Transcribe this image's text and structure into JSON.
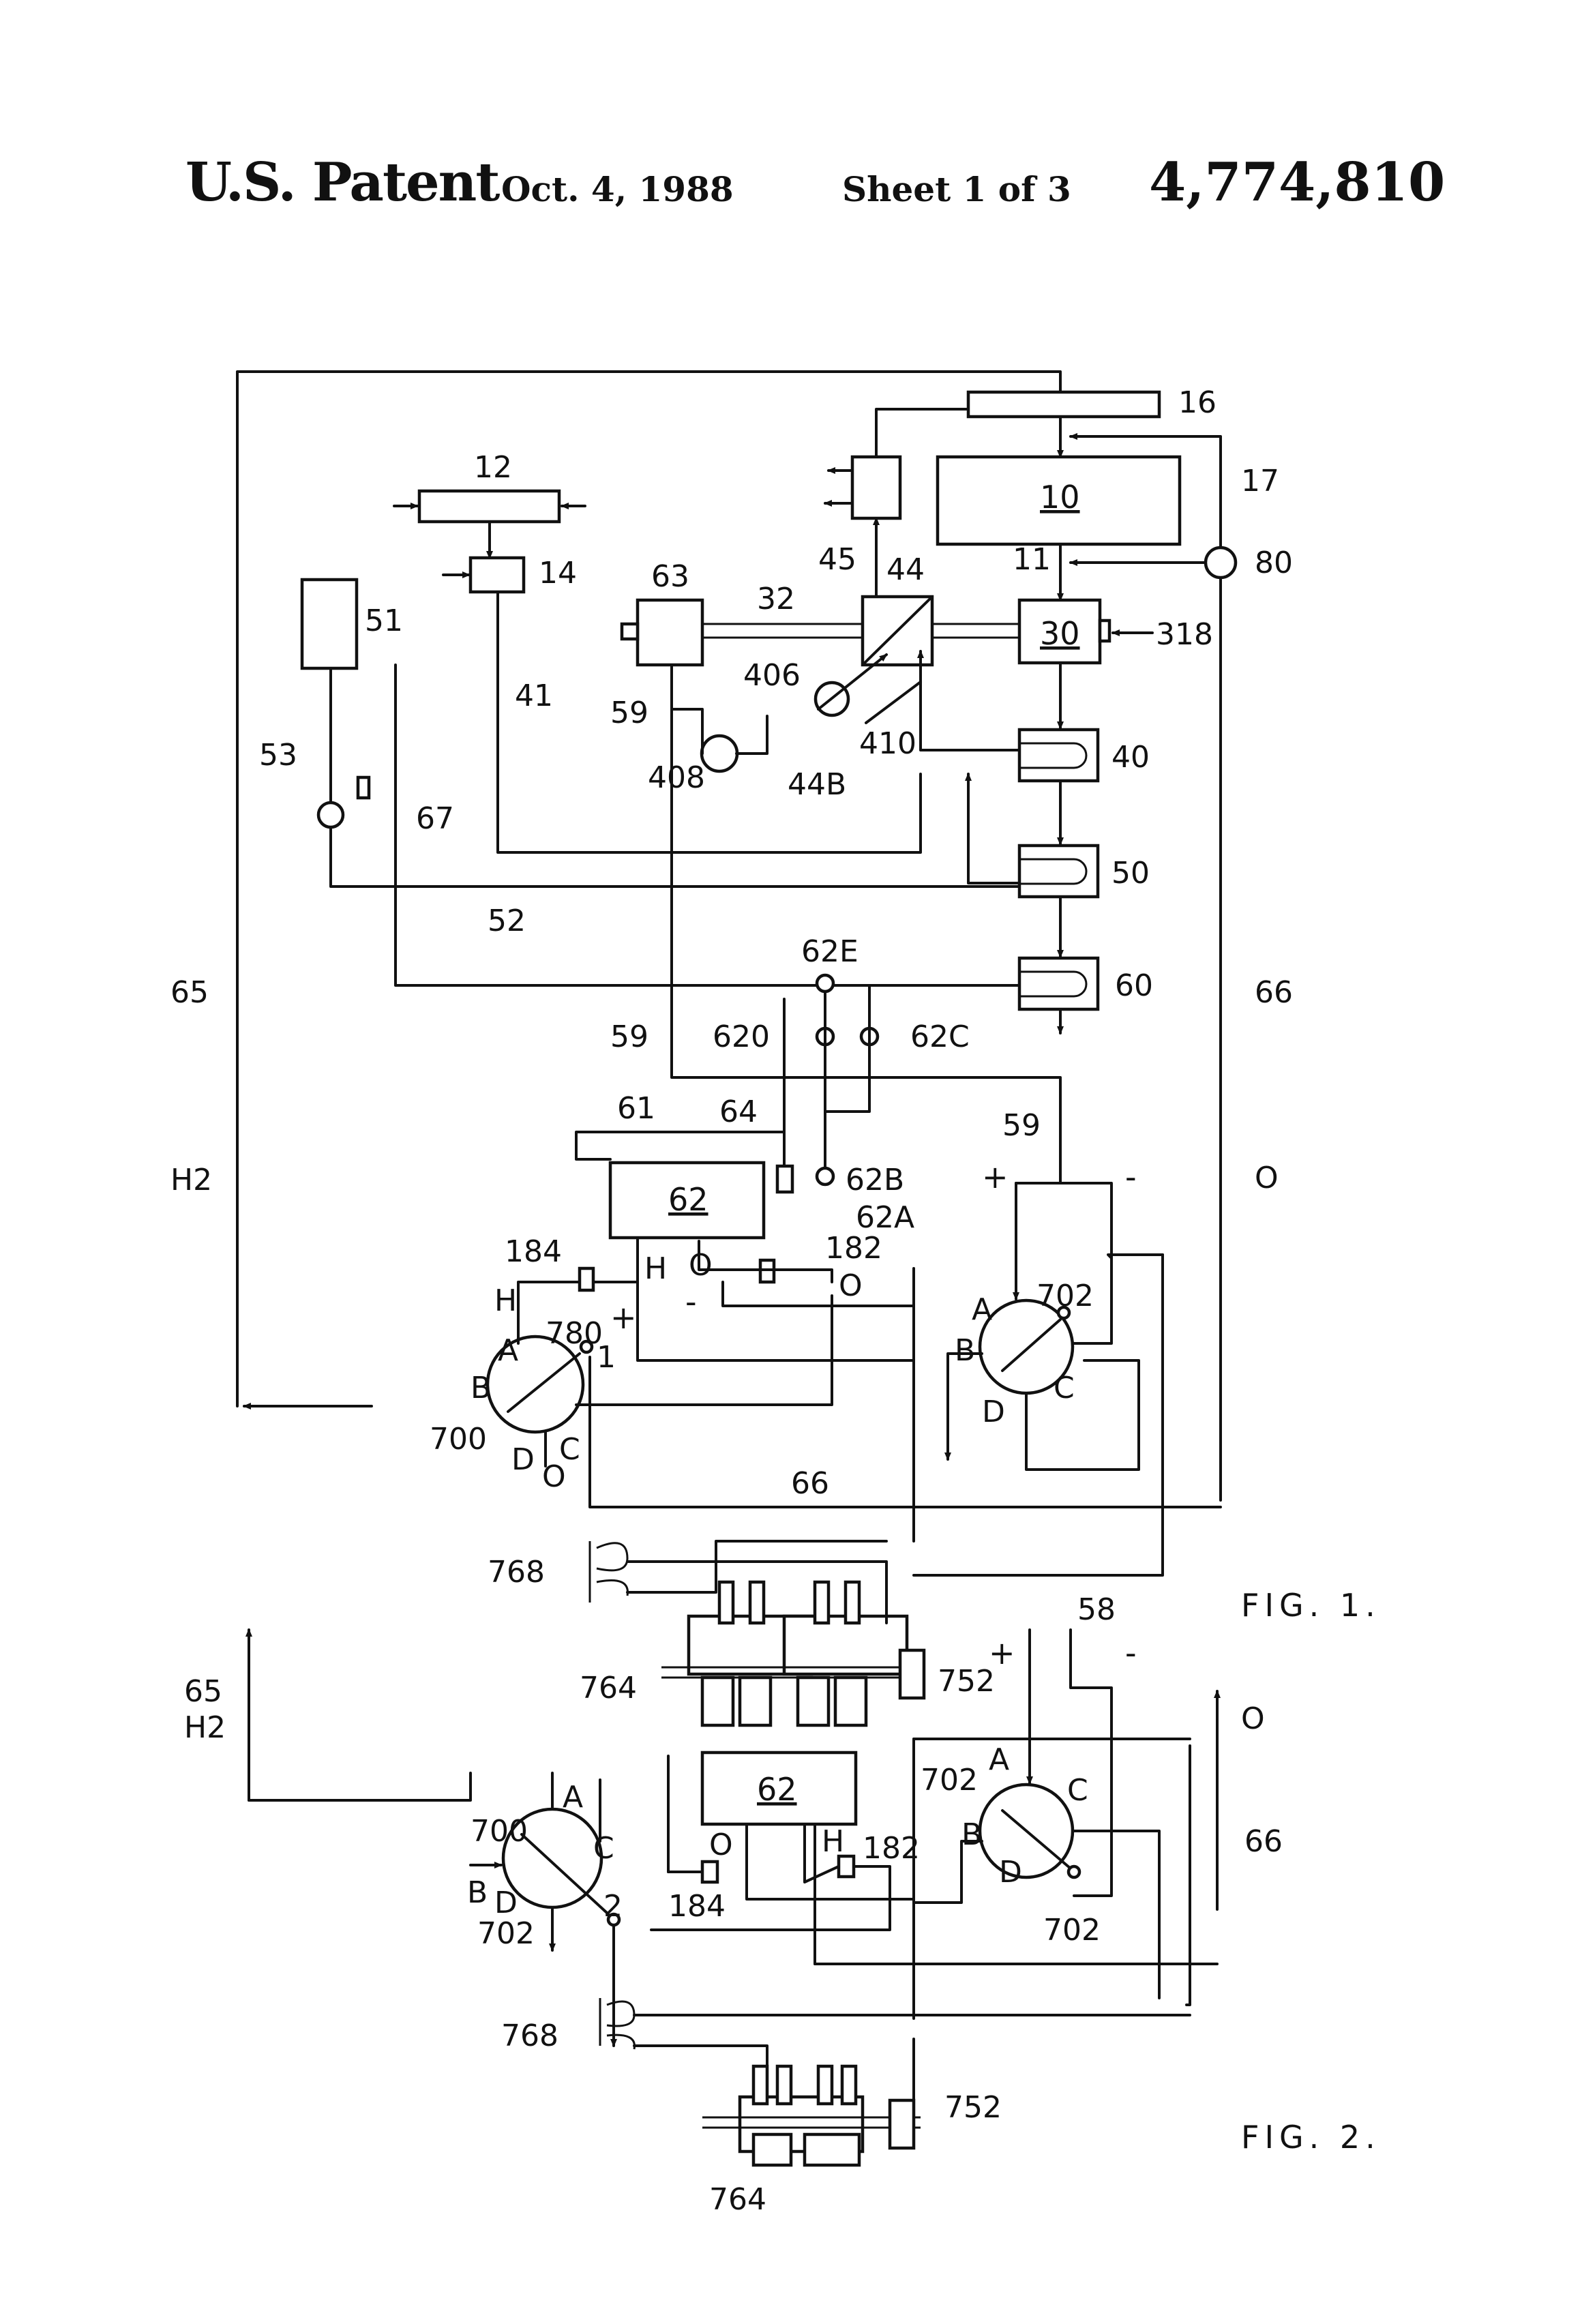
{
  "header": {
    "assignee": "U.S. Patent",
    "date": "Oct. 4, 1988",
    "sheet": "Sheet 1 of 3",
    "patent_number": "4,774,810"
  },
  "figures": {
    "fig1_caption": "FIG. 1.",
    "fig2_caption": "FIG. 2."
  },
  "fig1_labels": {
    "l16": "16",
    "l10": "10",
    "l17": "17",
    "l80": "80",
    "l11": "11",
    "l30": "30",
    "l318": "318",
    "l12": "12",
    "l14": "14",
    "l63": "63",
    "l32": "32",
    "l44": "44",
    "l45": "45",
    "l51": "51",
    "l41": "41",
    "l406": "406",
    "l59a": "59",
    "l408": "408",
    "l410": "410",
    "l44b": "44B",
    "l40": "40",
    "l53": "53",
    "l67": "67",
    "l50": "50",
    "l52": "52",
    "l62e": "62E",
    "l60": "60",
    "l65": "65",
    "l66": "66",
    "l59b": "59",
    "l620": "620",
    "l62c": "62C",
    "l61": "61",
    "l64": "64",
    "l59c": "59",
    "plus1": "+",
    "minus1": "-",
    "lO1": "O",
    "lH2": "H2",
    "l62": "62",
    "l62b": "62B",
    "l62a": "62A",
    "l182": "182",
    "l184": "184",
    "lH": "H",
    "lH_b": "H",
    "lO_b": "O",
    "lO_c": "O",
    "l780": "780",
    "l1": "1",
    "plus2": "+",
    "minus2": "-",
    "lA": "A",
    "lB": "B",
    "lC": "C",
    "lD": "D",
    "l700": "700",
    "l702": "702",
    "lA2": "A",
    "lB2": "B",
    "lC2": "C",
    "lD2": "D",
    "lO_d": "O",
    "l66b": "66",
    "l768": "768",
    "l764": "764",
    "l752": "752"
  },
  "fig2_labels": {
    "l58": "58",
    "plus": "+",
    "minus": "-",
    "l65": "65",
    "lH2": "H2",
    "lO": "O",
    "l62": "62",
    "l702a": "702",
    "lA": "A",
    "lC": "C",
    "lB": "B",
    "lD": "D",
    "l66": "66",
    "l700": "700",
    "lA2": "A",
    "lC2": "C",
    "lB2": "B",
    "lD2": "D",
    "lO2": "O",
    "lH": "H",
    "l182": "182",
    "l184": "184",
    "l2": "2",
    "l702b": "702",
    "l702c": "702",
    "l768": "768",
    "l752": "752",
    "l764": "764"
  }
}
